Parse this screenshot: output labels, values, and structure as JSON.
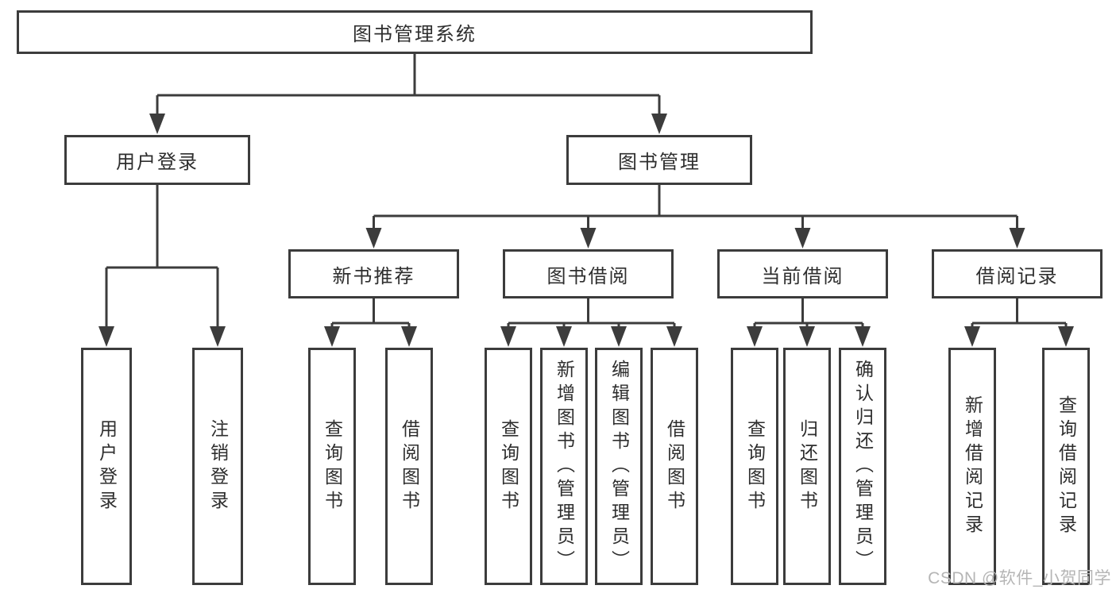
{
  "diagram": {
    "root": {
      "label": "图书管理系统"
    },
    "branches": [
      {
        "label": "用户登录",
        "children": [
          {
            "label": "用户登录"
          },
          {
            "label": "注销登录"
          }
        ]
      },
      {
        "label": "图书管理",
        "sections": [
          {
            "label": "新书推荐",
            "children": [
              {
                "label": "查询图书"
              },
              {
                "label": "借阅图书"
              }
            ]
          },
          {
            "label": "图书借阅",
            "children": [
              {
                "label": "查询图书"
              },
              {
                "label": "新增图书（管理员）"
              },
              {
                "label": "编辑图书（管理员）"
              },
              {
                "label": "借阅图书"
              }
            ]
          },
          {
            "label": "当前借阅",
            "children": [
              {
                "label": "查询图书"
              },
              {
                "label": "归还图书"
              },
              {
                "label": "确认归还（管理员）"
              }
            ]
          },
          {
            "label": "借阅记录",
            "children": [
              {
                "label": "新增借阅记录"
              },
              {
                "label": "查询借阅记录"
              }
            ]
          }
        ]
      }
    ]
  },
  "watermark": {
    "text": "CSDN @软件_小贺同学"
  },
  "colors": {
    "line": "#3c3c3c",
    "text": "#2e2e2e",
    "watermark": "#b5b5b5",
    "background": "#ffffff"
  }
}
